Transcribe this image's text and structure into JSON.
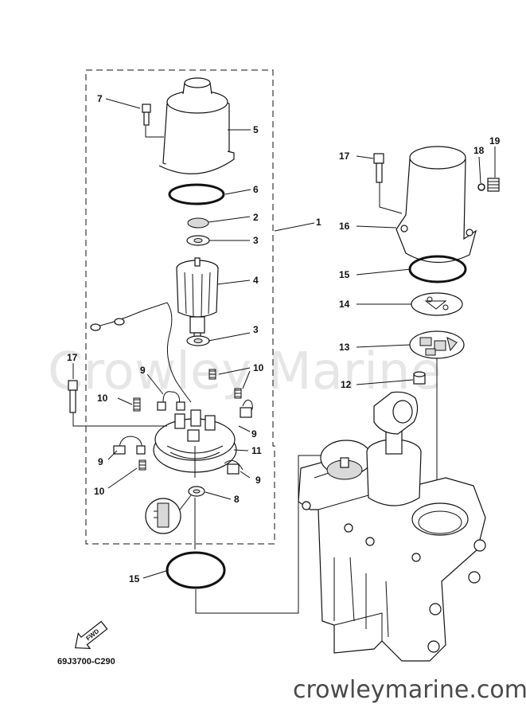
{
  "watermark": "Crowley Marine",
  "site": "crowleymarine.com",
  "diagram_code": "69J3700-C290",
  "fwd_label": "FWD",
  "callouts": [
    "1",
    "2",
    "3",
    "3",
    "4",
    "5",
    "6",
    "7",
    "8",
    "9",
    "9",
    "9",
    "9",
    "10",
    "10",
    "10",
    "11",
    "12",
    "13",
    "14",
    "15",
    "15",
    "16",
    "17",
    "17",
    "18",
    "19"
  ]
}
